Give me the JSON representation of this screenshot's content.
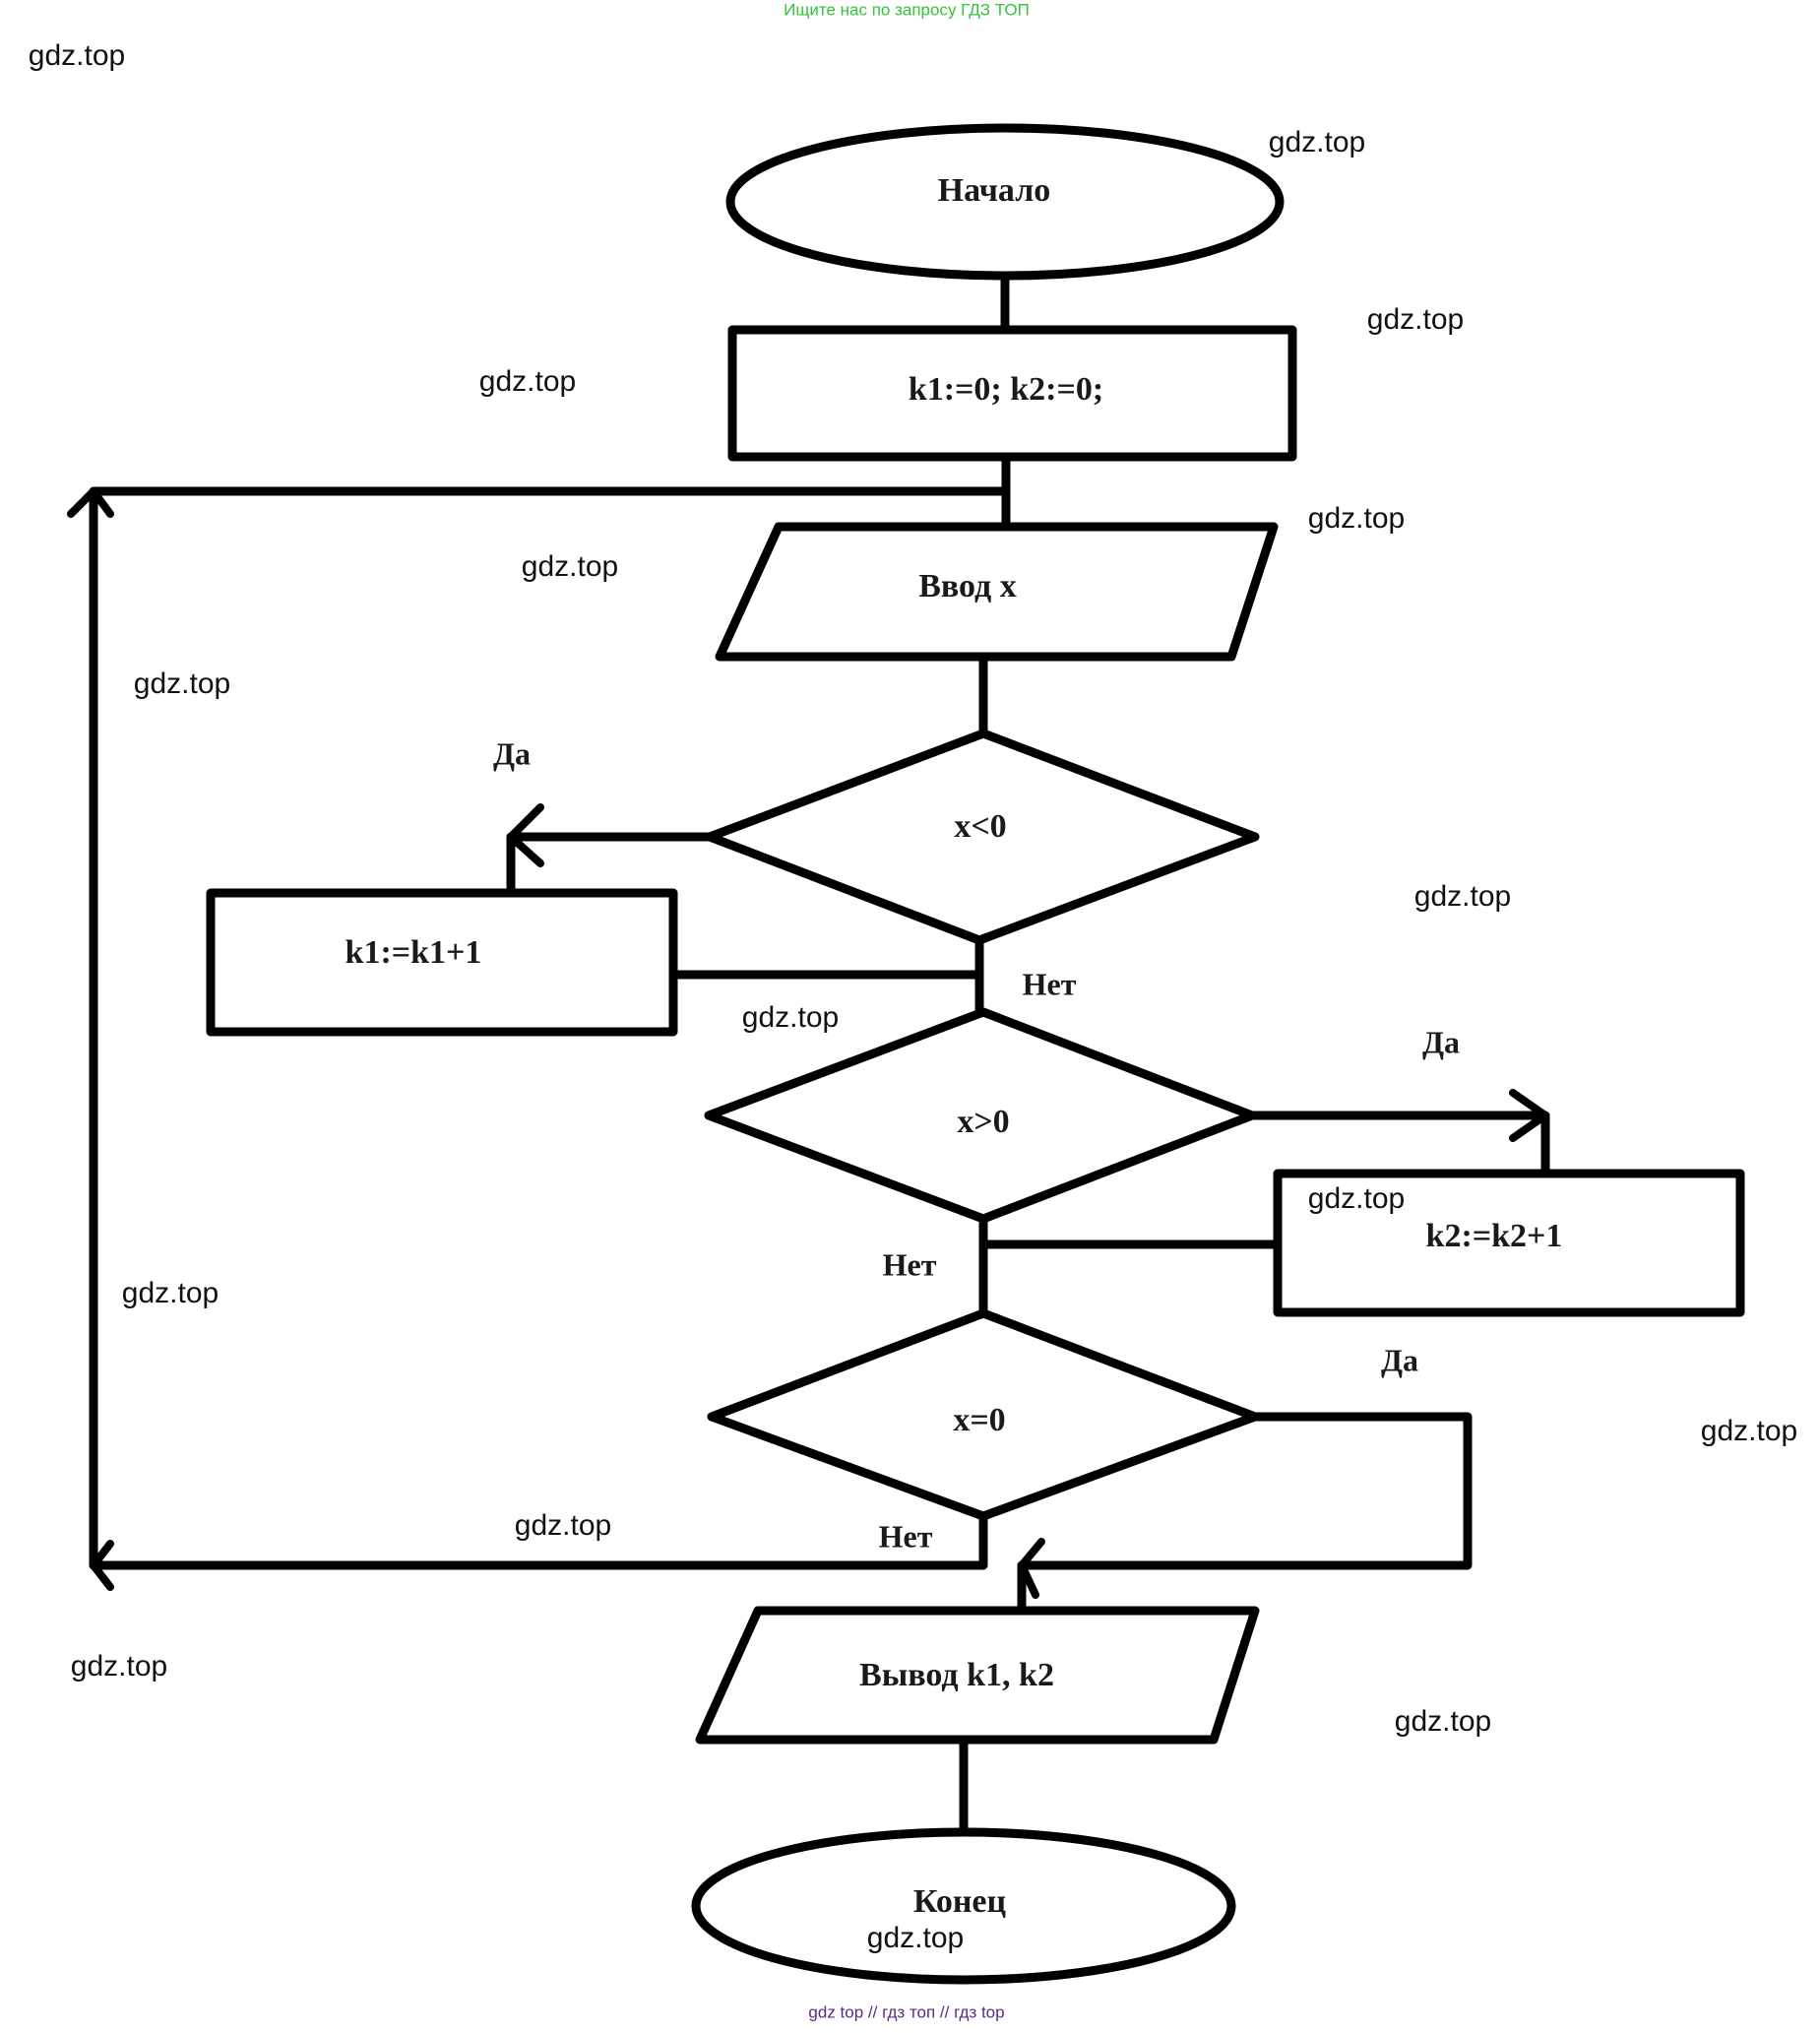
{
  "header": {
    "search_hint": "Ищите нас по запросу ГДЗ ТОП",
    "color": "#33c33a"
  },
  "flowchart": {
    "start": "Начало",
    "init": "k1:=0; k2:=0;",
    "input": "Ввод x",
    "cond1": "x<0",
    "action1": "k1:=k1+1",
    "cond2": "x>0",
    "action2": "k2:=k2+1",
    "cond3": "x=0",
    "output": "Вывод k1, k2",
    "end": "Конец",
    "yes_label": "Да",
    "no_label": "Нет"
  },
  "watermark": {
    "text": "gdz.top"
  },
  "footer": {
    "text": "gdz top  //  гдз топ  //  гдз top",
    "color": "#5b2a86"
  }
}
